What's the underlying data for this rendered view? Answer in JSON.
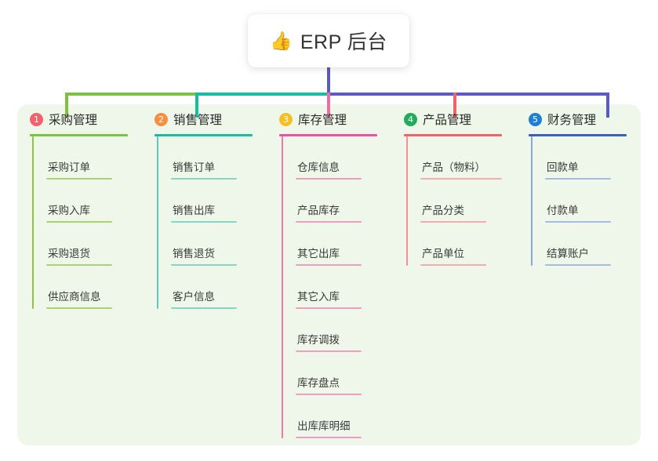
{
  "diagram": {
    "type": "mindmap",
    "background_color": "#ffffff",
    "panel_color": "#eef7e9",
    "root": {
      "icon": "thumbs-up-icon",
      "emoji": "👍",
      "title": "ERP 后台"
    },
    "connector_colors": {
      "trunk": "#5b58c8",
      "segment_green": "#7cc142",
      "segment_teal": "#17bda0",
      "segment_blue": "#5b58c8",
      "drop_1": "#7cc142",
      "drop_2": "#17bda0",
      "drop_3": "#ef6ba0",
      "drop_4": "#f4606c",
      "drop_5": "#5b58c8"
    },
    "columns": [
      {
        "number": "1",
        "title": "采购管理",
        "badge_color": "#f4606c",
        "rule_color": "#7cc142",
        "spine_color": "#8cc63f",
        "item_rule_color": "#8cc63f",
        "items": [
          {
            "label": "采购订单"
          },
          {
            "label": "采购入库"
          },
          {
            "label": "采购退货"
          },
          {
            "label": "供应商信息"
          }
        ]
      },
      {
        "number": "2",
        "title": "销售管理",
        "badge_color": "#f78f3f",
        "rule_color": "#17bda0",
        "spine_color": "#5ec8b8",
        "item_rule_color": "#5ec8b8",
        "items": [
          {
            "label": "销售订单"
          },
          {
            "label": "销售出库"
          },
          {
            "label": "销售退货"
          },
          {
            "label": "客户信息"
          }
        ]
      },
      {
        "number": "3",
        "title": "库存管理",
        "badge_color": "#f5c026",
        "rule_color": "#ef4fa0",
        "spine_color": "#ef78b0",
        "item_rule_color": "#ef78b0",
        "items": [
          {
            "label": "仓库信息"
          },
          {
            "label": "产品库存"
          },
          {
            "label": "其它出库"
          },
          {
            "label": "其它入库"
          },
          {
            "label": "库存调拨"
          },
          {
            "label": "库存盘点"
          },
          {
            "label": "出库库明细"
          }
        ]
      },
      {
        "number": "4",
        "title": "产品管理",
        "badge_color": "#21ab5c",
        "rule_color": "#f4606c",
        "spine_color": "#f58e93",
        "item_rule_color": "#f58e93",
        "items": [
          {
            "label": "产品（物料）",
            "wide": true
          },
          {
            "label": "产品分类"
          },
          {
            "label": "产品单位"
          }
        ]
      },
      {
        "number": "5",
        "title": "财务管理",
        "badge_color": "#1d7fd6",
        "rule_color": "#3b5fc0",
        "spine_color": "#8aa4e0",
        "item_rule_color": "#8aa4e0",
        "items": [
          {
            "label": "回款单"
          },
          {
            "label": "付款单"
          },
          {
            "label": "结算账户"
          }
        ]
      }
    ]
  }
}
